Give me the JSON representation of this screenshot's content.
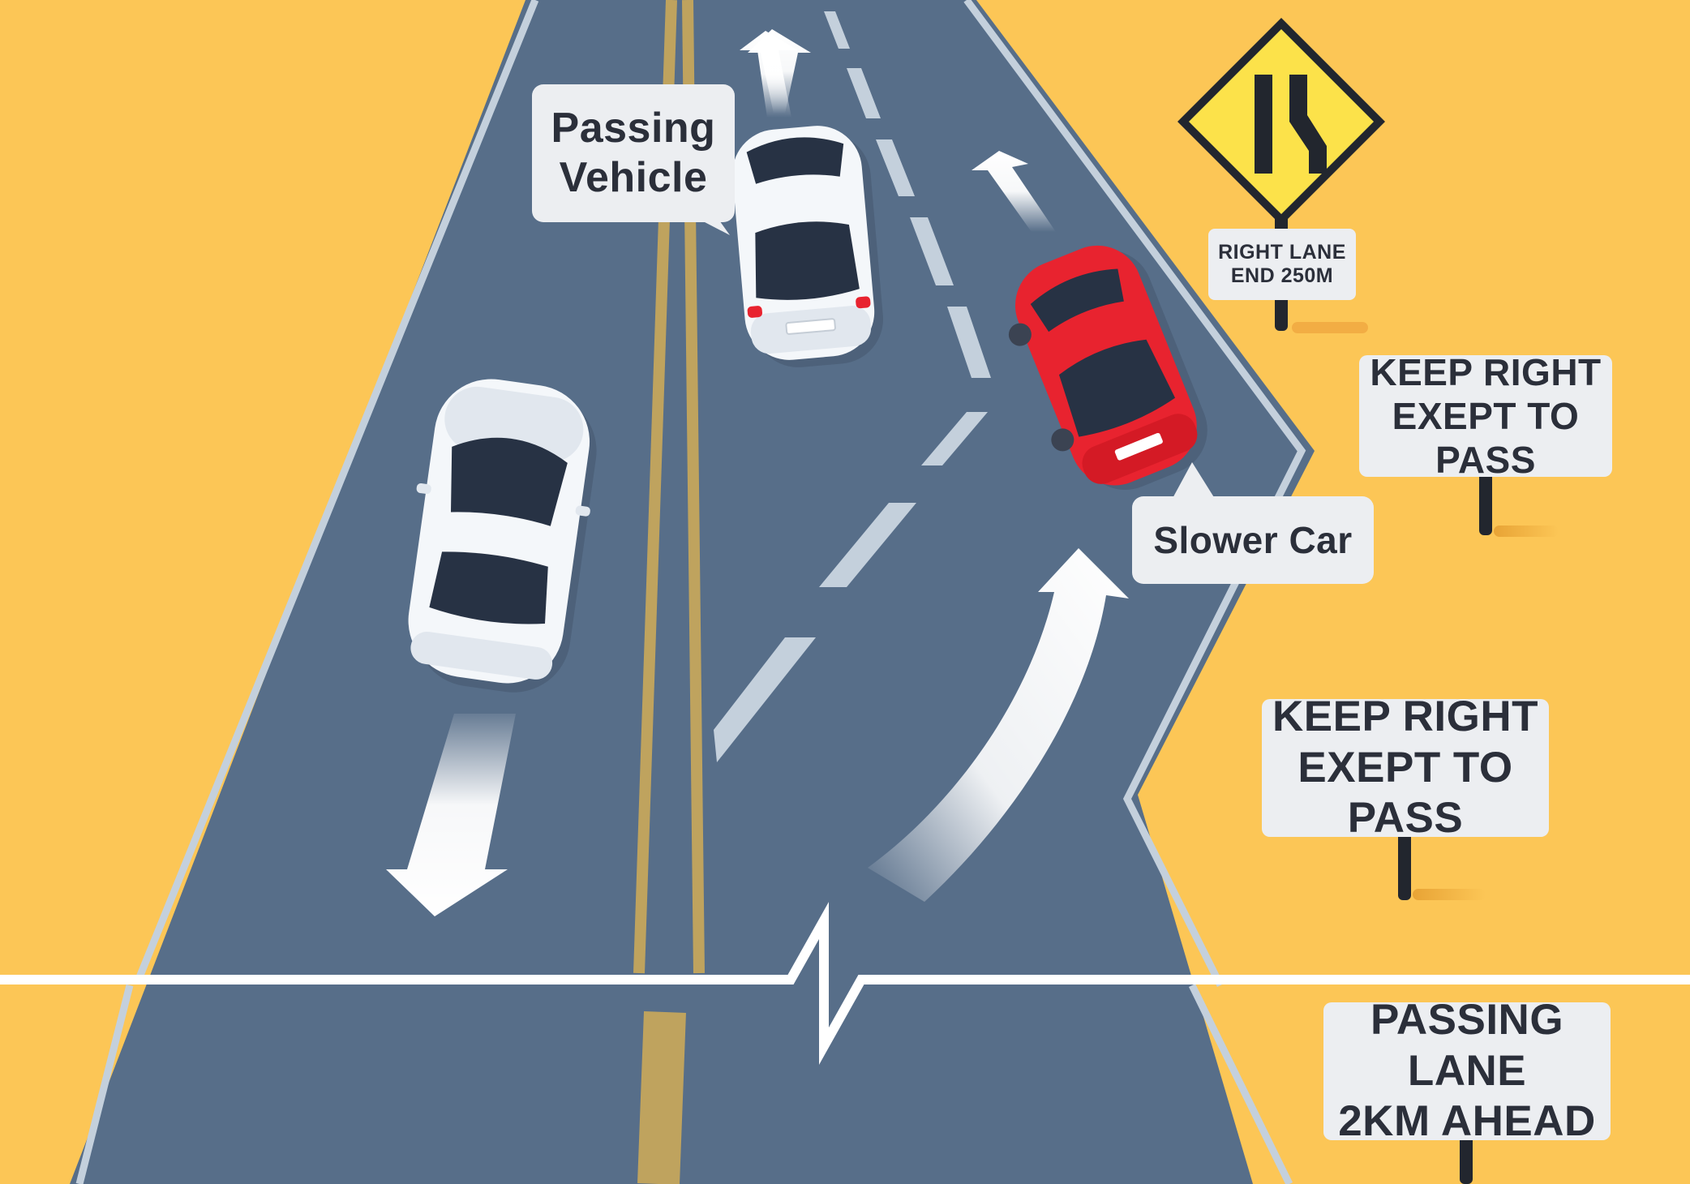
{
  "labels": {
    "passing_vehicle": [
      "Passing",
      "Vehicle"
    ],
    "slower_car": "Slower Car",
    "sign_lane_end": [
      "RIGHT LANE",
      "END 250M"
    ],
    "sign_keep_right_1": [
      "KEEP RIGHT",
      "EXEPT TO PASS"
    ],
    "sign_keep_right_2": [
      "KEEP RIGHT",
      "EXEPT TO PASS"
    ],
    "sign_passing_lane": [
      "PASSING LANE",
      "2KM AHEAD"
    ]
  },
  "colors": {
    "background": "#FCC656",
    "road": "#576E89",
    "center_line": "#BFA35E",
    "edge_line": "#C4D0DC",
    "label_bg": "#ECEEF1",
    "red_car": "#E8232F",
    "white_car": "#F4F7FA",
    "sign_yellow": "#FCE24A"
  },
  "icons": {
    "warning_sign": "lane-ends-merge-icon",
    "arrows": "direction-arrow-icon"
  }
}
